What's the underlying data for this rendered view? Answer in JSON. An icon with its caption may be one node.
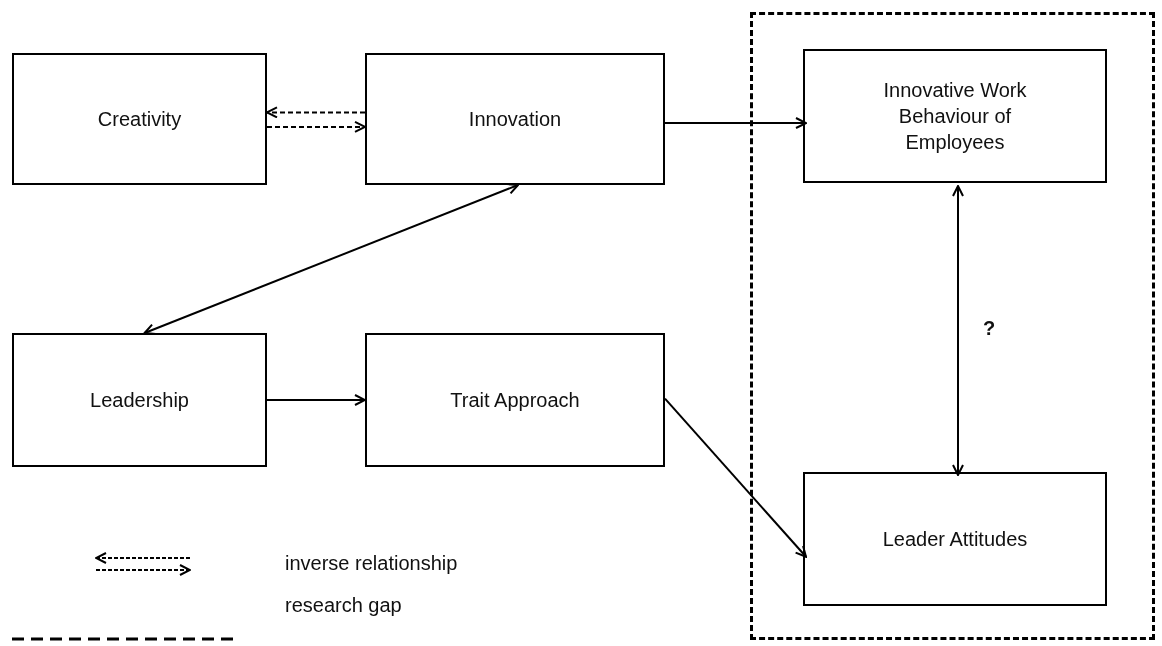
{
  "diagram": {
    "nodes": [
      {
        "text": [
          "Creativity"
        ]
      },
      {
        "text": [
          "Innovation"
        ]
      },
      {
        "text": [],
        "shape": "box"
      },
      {
        "text": [
          "Innovative Work Behaviour of Employees"
        ],
        "in": 2
      },
      {
        "text": [
          "Leadership"
        ]
      },
      {
        "text": [
          "Trait Approach"
        ]
      },
      {
        "text": [
          "Leader Attitudes"
        ],
        "in": 2
      }
    ],
    "edges": [
      {
        "from": 1,
        "to": 0,
        "arrow": "to",
        "style": "dashed"
      },
      {
        "from": 0,
        "to": 1,
        "arrow": "to",
        "style": "dashed"
      },
      {
        "from": 1,
        "to": 3,
        "arrow": "to"
      },
      {
        "from": 1,
        "to": 4,
        "arrow": "both"
      },
      {
        "from": 4,
        "to": 5,
        "arrow": "to"
      },
      {
        "from": 5,
        "to": 6,
        "arrow": "to"
      },
      {
        "from": 3,
        "to": 6,
        "arrow": "both",
        "label": "?"
      }
    ],
    "legend": [
      {
        "text": "inverse relationship"
      },
      {
        "text": "research gap"
      }
    ]
  }
}
